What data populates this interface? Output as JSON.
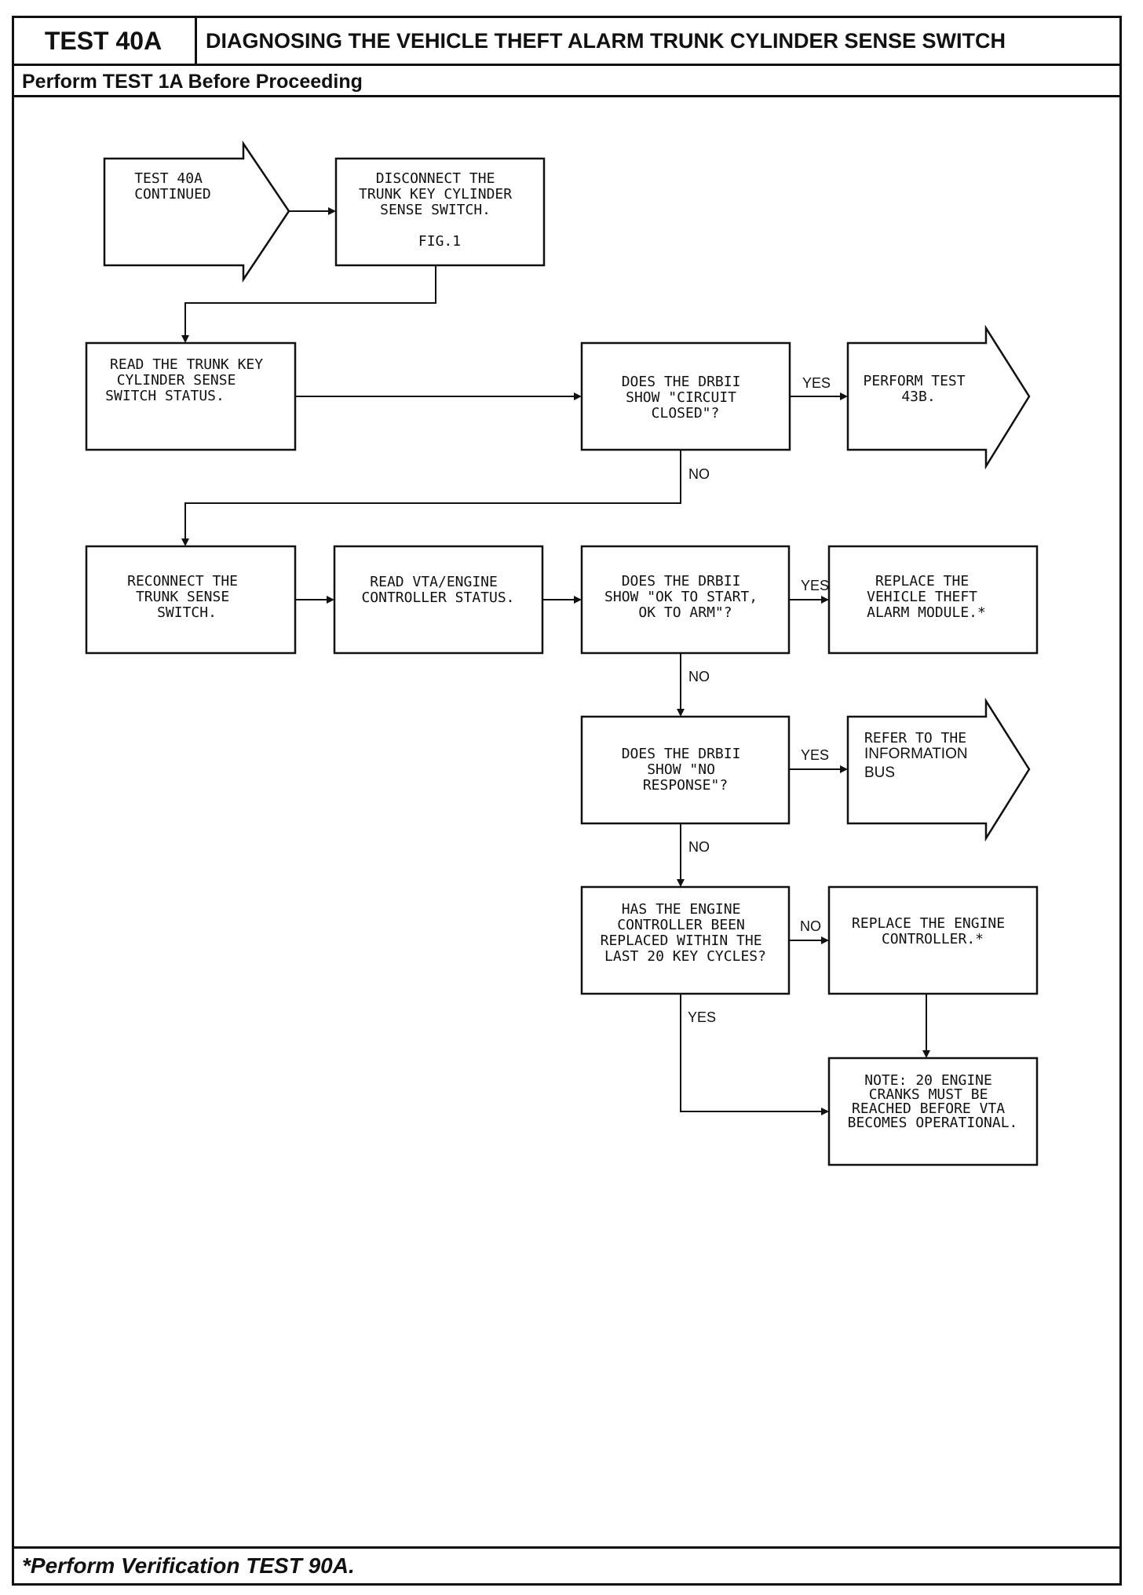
{
  "header": {
    "test_id": "TEST 40A",
    "title": "DIAGNOSING THE VEHICLE THEFT ALARM TRUNK CYLINDER SENSE SWITCH",
    "prerequisite": "Perform TEST 1A Before Proceeding"
  },
  "footer": {
    "note": "*Perform Verification TEST 90A."
  },
  "flow": {
    "start": [
      "TEST 40A",
      "CONTINUED"
    ],
    "disconnect": [
      "DISCONNECT THE",
      "TRUNK KEY CYLINDER",
      "SENSE SWITCH.",
      "FIG.1"
    ],
    "read_trunk": [
      "READ THE TRUNK KEY",
      "CYLINDER SENSE",
      "SWITCH STATUS."
    ],
    "q_circuit": [
      "DOES THE DRBII",
      "SHOW \"CIRCUIT",
      "CLOSED\"?"
    ],
    "perform_43b": [
      "PERFORM TEST",
      "43B."
    ],
    "reconnect": [
      "RECONNECT THE",
      "TRUNK SENSE",
      "SWITCH."
    ],
    "read_vta": [
      "READ VTA/ENGINE",
      "CONTROLLER STATUS."
    ],
    "q_ok_start": [
      "DOES THE DRBII",
      "SHOW \"OK TO START,",
      "OK TO ARM\"?"
    ],
    "replace_vta": [
      "REPLACE THE",
      "VEHICLE THEFT",
      "ALARM MODULE.*"
    ],
    "q_no_response": [
      "DOES THE DRBII",
      "SHOW \"NO",
      "RESPONSE\"?"
    ],
    "refer_bus": [
      "REFER TO THE",
      "INFORMATION",
      "BUS"
    ],
    "q_replaced": [
      "HAS THE ENGINE",
      "CONTROLLER BEEN",
      "REPLACED WITHIN THE",
      "LAST 20 KEY CYCLES?"
    ],
    "replace_engine": [
      "REPLACE THE ENGINE",
      "CONTROLLER.*"
    ],
    "note_cranks": [
      "NOTE: 20 ENGINE",
      "CRANKS MUST BE",
      "REACHED BEFORE VTA",
      "BECOMES OPERATIONAL."
    ],
    "labels": {
      "yes": "YES",
      "no": "NO"
    }
  }
}
